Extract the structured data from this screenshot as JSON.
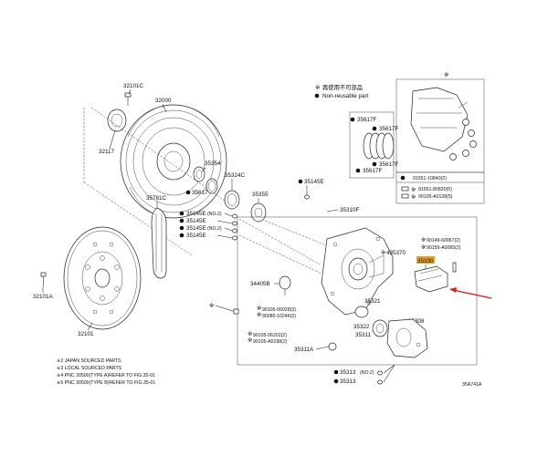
{
  "legend": {
    "symbol1": "※",
    "text1": "再使用不可部品",
    "text2": "Non-reusable part"
  },
  "parts": {
    "p32101C": "32101C",
    "p32000": "32000",
    "p32117": "32117",
    "p35354": "35354",
    "p35617_1": "35617",
    "p35781C": "35781C",
    "p35324C": "35324C",
    "p35355": "35355",
    "p35145E_1": "35145E",
    "p35145E_2": "35145E",
    "p35145E_3": "35145E",
    "p35145E_4": "35145E",
    "no2": "(NO.2)",
    "p35145E_top": "35145E",
    "p35310F": "35310F",
    "p32101A": "32101A",
    "p32101": "32101",
    "p34405B": "34405B",
    "p35370": "435370",
    "p35330": "35330",
    "p35321": "35321",
    "p35322": "35322",
    "p35311": "35311",
    "p35311A": "35311A",
    "p35308": "35308",
    "p35313_1": "35313",
    "p35313_2": "35313",
    "f35617F_1": "35617F",
    "f35617F_2": "35617F",
    "f35617F_3": "35617F",
    "f35617F_4": "35617F",
    "b90105_06028": "90105-06028(3)",
    "b90080_10246": "90080-10246(3)",
    "b90105_06202": "90105-06202(2)",
    "b90105_A0198": "90105-A0198(2)",
    "b90149_60067": "90149-60067(2)",
    "b90159_A0065": "90159-A0065(2)",
    "no2b": "(NO.2)",
    "no2c": "(NO.2)"
  },
  "inset": {
    "r1": "91551-10840(2)",
    "r2": "91551-80830(5)",
    "r3": "90105-A0128(5)"
  },
  "footnotes": {
    "n1": "※2 JAPAN SOURCED PARTS",
    "n2": "※3 LOCAL SOURCED PARTS",
    "n3": "※4 PNC 30500(TYPE A)REFER TO FIG.35-01",
    "n4": "※5 PNC 30500(TYPE B)REFER TO FIG.35-01"
  },
  "figure_id": "35A741A",
  "colors": {
    "highlight": "#e8a020",
    "arrow": "#e01818",
    "ink": "#222222"
  }
}
